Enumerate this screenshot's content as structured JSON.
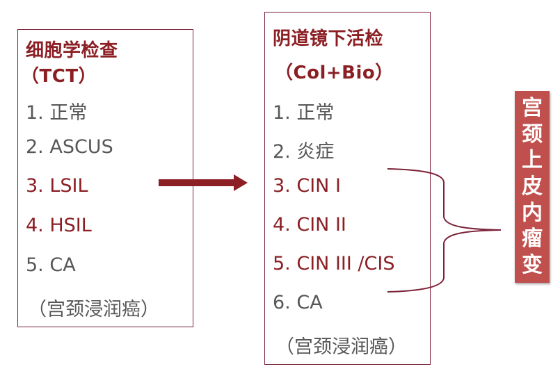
{
  "left_panel": {
    "title_line1": "细胞学检查",
    "title_line2": "（TCT）",
    "items": [
      {
        "text": "1. 正常",
        "color": "gray"
      },
      {
        "text": "2. ASCUS",
        "color": "gray"
      },
      {
        "text": "3. LSIL",
        "color": "red"
      },
      {
        "text": "4. HSIL",
        "color": "red"
      },
      {
        "text": "5. CA",
        "color": "gray"
      },
      {
        "text": "（宫颈浸润癌）",
        "color": "gray"
      }
    ]
  },
  "right_panel": {
    "title_line1": "阴道镜下活检",
    "title_line2": "（Col+Bio）",
    "items": [
      {
        "text": "1. 正常",
        "color": "gray"
      },
      {
        "text": "2. 炎症",
        "color": "gray"
      },
      {
        "text": "3. CIN I",
        "color": "red"
      },
      {
        "text": "4. CIN II",
        "color": "red"
      },
      {
        "text": "5. CIN III /CIS",
        "color": "red"
      },
      {
        "text": "6. CA",
        "color": "gray"
      },
      {
        "text": "（宫颈浸润癌）",
        "color": "gray"
      }
    ]
  },
  "side_label": {
    "chars": [
      "宫",
      "颈",
      "上",
      "皮",
      "内",
      "瘤",
      "变"
    ],
    "text": "宫颈上皮内瘤变"
  },
  "colors": {
    "accent_red": "#8b1f24",
    "label_bg": "#c0504d",
    "gray_text": "#575757",
    "border": "#7b2238"
  }
}
